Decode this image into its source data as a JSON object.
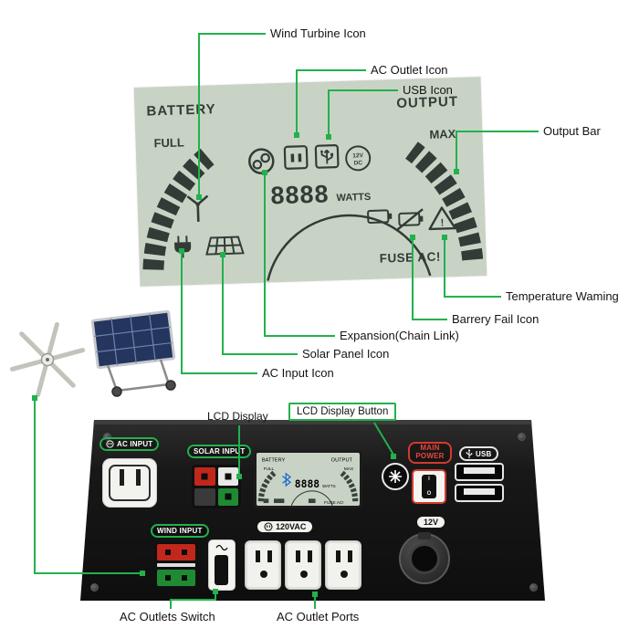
{
  "colors": {
    "accent_green": "#22b14c",
    "lcd_background": "#c9d3c5",
    "lcd_ink": "#333b36",
    "panel_black": "#141414",
    "main_power_red": "#d23a2e",
    "connector_red": "#c2271c",
    "connector_green": "#1f8a33"
  },
  "lcd": {
    "battery_label": "BATTERY",
    "output_label": "OUTPUT",
    "full_label": "FULL",
    "max_label": "MAX",
    "watts_value": "8888",
    "watts_unit": "WATTS",
    "fuse_label": "FUSE AC!",
    "dc_line1": "12V",
    "dc_line2": "DC"
  },
  "callouts": {
    "wind_turbine": "Wind Turbine Icon",
    "ac_outlet": "AC Outlet Icon",
    "usb": "USB Icon",
    "output_bar": "Output Bar",
    "temperature": "Temperature Waming",
    "battery_fail": "Barrery Fail Icon",
    "expansion": "Expansion(Chain Link)",
    "solar_panel": "Solar Panel Icon",
    "ac_input": "AC Input Icon",
    "lcd_display": "LCD Display",
    "lcd_display_button": "LCD Display Button",
    "ac_outlets_switch": "AC Outlets Switch",
    "ac_outlet_ports": "AC Outlet Ports"
  },
  "panel": {
    "ac_input_label": "AC INPUT",
    "solar_input_label": "SOLAR INPUT",
    "main_power_label": "MAIN POWER",
    "usb_label": "USB",
    "wind_input_label": "WIND INPUT",
    "vac_label": "120VAC",
    "v12_label": "12V",
    "main_switch_on": "I",
    "main_switch_off": "O"
  },
  "icons": {
    "wind_turbine": "three-blade turbine glyph",
    "chain_link": "circle with chain link",
    "ac_outlet": "square outlet with two slots",
    "usb": "square with USB trident",
    "dc_badge": "circle reading 12V DC",
    "ac_plug": "two-prong plug",
    "solar_grid": "solar panel grid",
    "battery": "battery outline",
    "battery_fail": "battery with slash",
    "warning_triangle": "triangle with exclamation",
    "display_button": "8-ray brightness star",
    "sine_wave": "AC sine wave",
    "bluetooth": "bluetooth rune"
  }
}
